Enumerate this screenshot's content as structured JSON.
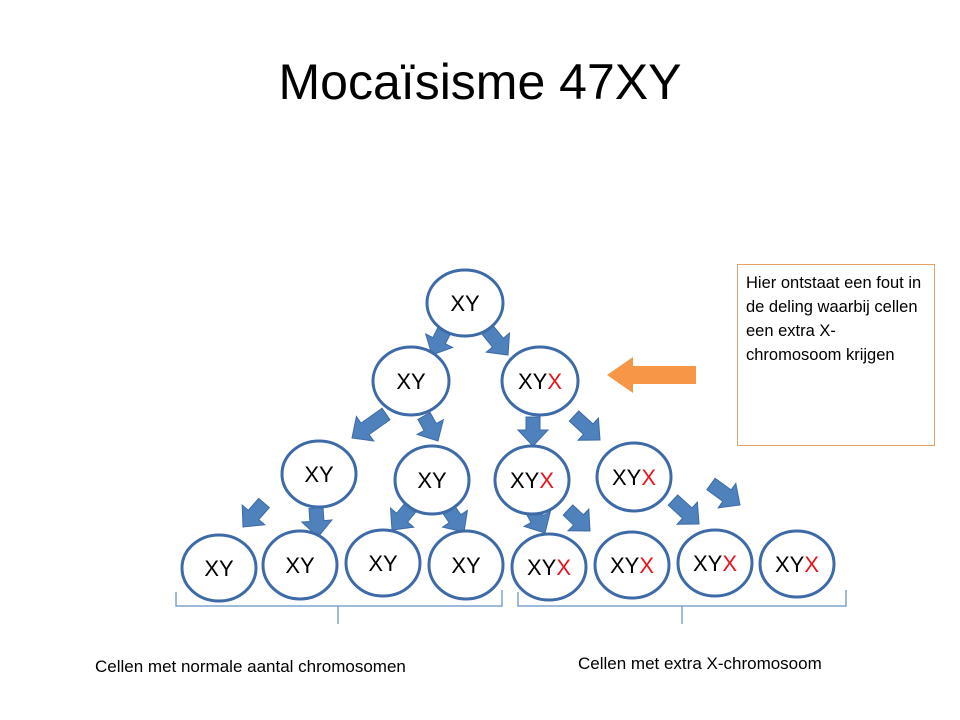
{
  "title": "Mocaïsisme 47XY",
  "note": "Hier ontstaat een fout in de deling waarbij cellen een extra X-chromosoom krijgen",
  "captions": {
    "left": "Cellen met normale aantal chromosomen",
    "right": "Cellen met extra X-chromosoom"
  },
  "colors": {
    "cell_outline": "#3e6aa8",
    "arrow_fill": "#4f81bd",
    "extra_x": "#e8141c",
    "pointer_arrow": "#f79646",
    "note_border": "#e3a365",
    "brace": "#7fa3cf"
  },
  "cells": [
    {
      "id": "gen0",
      "base": "XY",
      "extra": ""
    },
    {
      "id": "gen1-a",
      "base": "XY",
      "extra": ""
    },
    {
      "id": "gen1-b",
      "base": "XY",
      "extra": "X"
    },
    {
      "id": "gen2-a",
      "base": "XY",
      "extra": ""
    },
    {
      "id": "gen2-b",
      "base": "XY",
      "extra": ""
    },
    {
      "id": "gen2-c",
      "base": "XY",
      "extra": "X"
    },
    {
      "id": "gen2-d",
      "base": "XY",
      "extra": "X"
    },
    {
      "id": "gen3-a",
      "base": "XY",
      "extra": ""
    },
    {
      "id": "gen3-b",
      "base": "XY",
      "extra": ""
    },
    {
      "id": "gen3-c",
      "base": "XY",
      "extra": ""
    },
    {
      "id": "gen3-d",
      "base": "XY",
      "extra": ""
    },
    {
      "id": "gen3-e",
      "base": "XY",
      "extra": "X"
    },
    {
      "id": "gen3-f",
      "base": "XY",
      "extra": "X"
    },
    {
      "id": "gen3-g",
      "base": "XY",
      "extra": "X"
    },
    {
      "id": "gen3-h",
      "base": "XY",
      "extra": "X"
    }
  ]
}
